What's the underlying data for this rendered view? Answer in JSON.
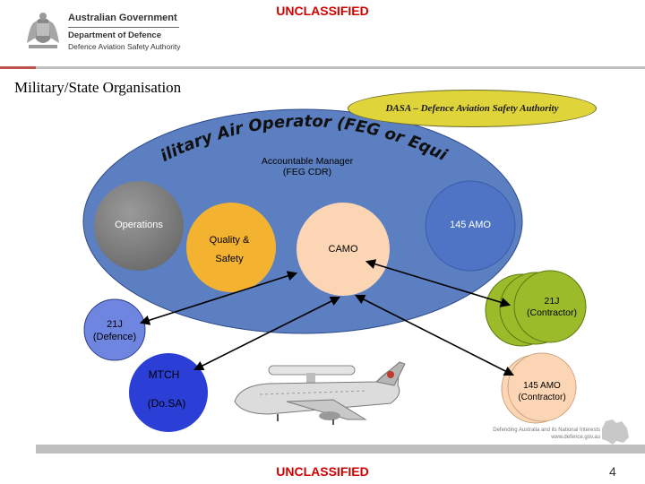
{
  "classification": {
    "top": "UNCLASSIFIED",
    "bottom": "UNCLASSIFIED"
  },
  "logo": {
    "line1": "Australian Government",
    "line2": "Department of Defence",
    "line3": "Defence Aviation Safety Authority"
  },
  "org_label": "Military/State Organisation",
  "dasa_label": "DASA – Defence Aviation Safety Authority",
  "operator_arc_text": "Military Air Operator (FEG or Equiv)",
  "accountable_manager": {
    "line1": "Accountable Manager",
    "line2": "(FEG CDR)"
  },
  "nodes": {
    "operations": "Operations",
    "quality_line1": "Quality &",
    "quality_line2": "Safety",
    "camo": "CAMO",
    "amo145": "145 AMO",
    "contractor21j_line1": "21J",
    "contractor21j_line2": "(Contractor)",
    "defence21j_line1": "21J",
    "defence21j_line2": "(Defence)",
    "mtch_line1": "MTCH",
    "mtch_line2": "(Do.SA)",
    "amo145_contractor_line1": "145 AMO",
    "amo145_contractor_line2": "(Contractor)"
  },
  "footer": {
    "tagline_line1": "Defending Australia and its National Interests",
    "tagline_line2": "www.defence.gov.au"
  },
  "page_number": "4",
  "colors": {
    "classification": "#d40000",
    "outer_ellipse": "#5b7fc1",
    "operations": "#7f7f7f",
    "quality": "#f3b331",
    "camo": "#fcd5b4",
    "contractor21j": "#9bbb2a",
    "defence21j": "#6f86e0",
    "mtch": "#2b3fd6",
    "amo145_contractor": "#fcd5b4",
    "dasa": "#dfd43a"
  }
}
